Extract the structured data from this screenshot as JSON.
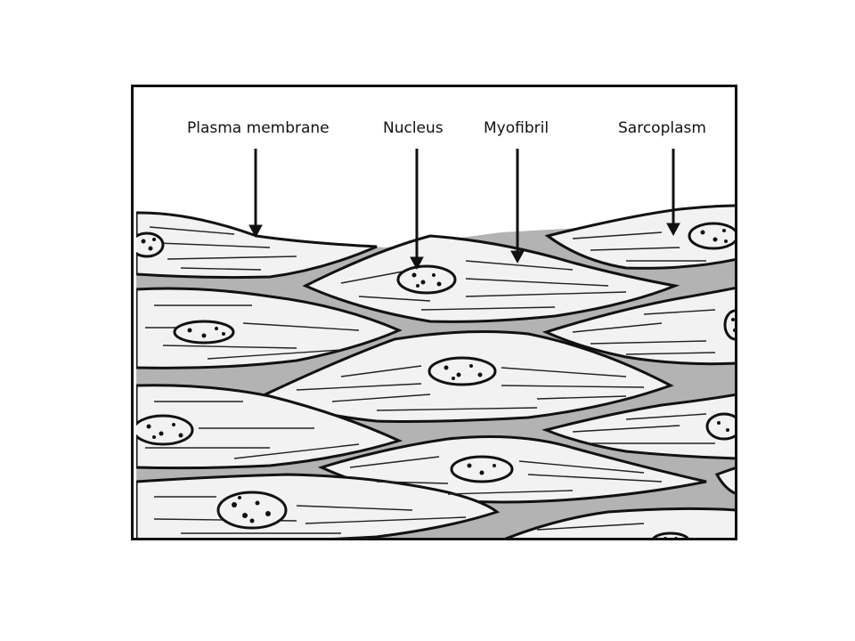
{
  "diagram": {
    "labels": {
      "plasma_membrane": "Plasma membrane",
      "nucleus": "Nucleus",
      "myofibril": "Myofibril",
      "sarcoplasm": "Sarcoplasm"
    },
    "colors": {
      "background": "#ffffff",
      "sarcoplasm_fill": "#b3b3b3",
      "cell_fill": "#f2f2f2",
      "outline": "#111111"
    }
  }
}
